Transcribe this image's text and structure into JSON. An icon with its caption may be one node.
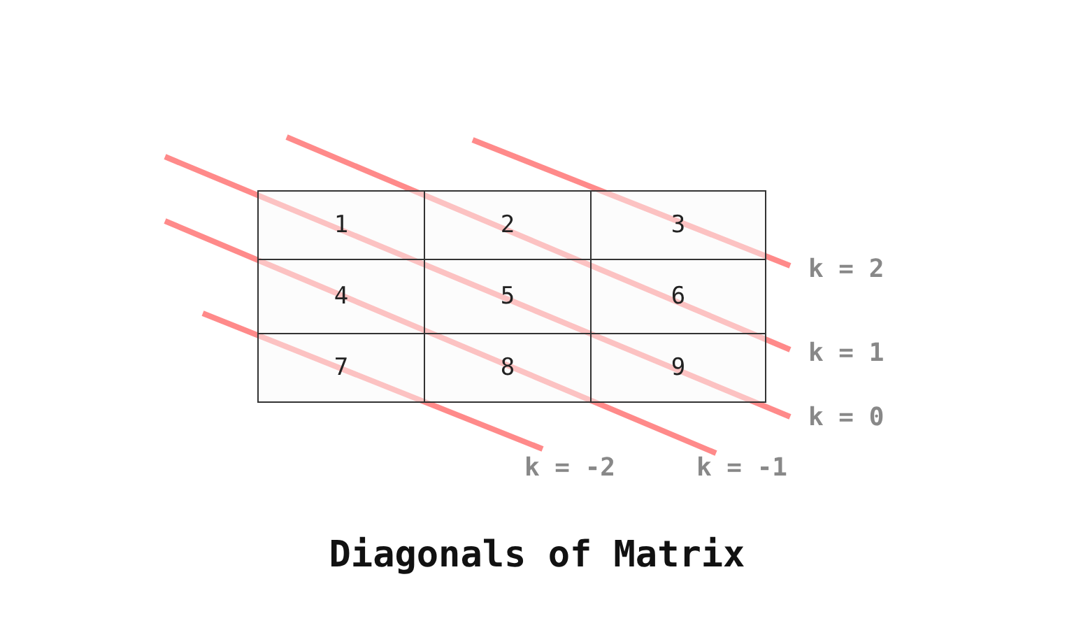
{
  "diagram": {
    "title": "Diagonals of Matrix",
    "labels": [
      "1",
      "2",
      "3",
      "4",
      "5",
      "6",
      "7",
      "8",
      "9",
      "k = 2",
      "k = 1",
      "k = 0",
      "k = -2",
      "k = -1"
    ]
  }
}
